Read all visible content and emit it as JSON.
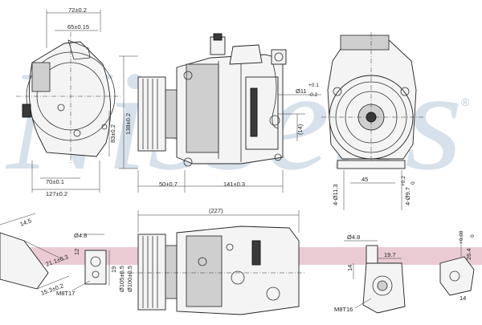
{
  "watermark": {
    "brand": "Nissens",
    "registered_mark": "®"
  },
  "colors": {
    "watermark": "#b6cadb",
    "accent_stripe": "#e3b9c6",
    "ink": "#222222"
  },
  "dimensions": {
    "front_view": {
      "top_overall": "72±0.2",
      "top_inner": "65±0.15",
      "bottom_inner": "70±0.1",
      "bottom_overall": "127±0.2",
      "height_right": "83±0.2"
    },
    "side_view": {
      "height": "138±0.2",
      "pulley_offset": "50±0.7",
      "body_length": "141±0.3",
      "fitting_dia": "Ø11",
      "fitting_tol_top": "+0.1",
      "fitting_tol_bottom": "-0.2",
      "fitting_offset": "(14)"
    },
    "end_view": {
      "bolt_holes": "4-Ø11.3",
      "spacing": "45",
      "bolt_holes_2": "4-Ø9.7",
      "tol_top_2": "+0.2",
      "tol_bottom_2": "0"
    },
    "bottom_left": {
      "dim_145": "14.5",
      "dim_21": "21.1±0.3",
      "dim_153": "15.3±0.2",
      "dim_12": "12",
      "dim_19": "19",
      "thread_dia": "Ø4.8",
      "thread_spec": "M8T17"
    },
    "bottom_center": {
      "overall": "(227)",
      "dia_outer": "Ø105±0.5",
      "dia_inner": "Ø100±0.5"
    },
    "bottom_right": {
      "port_dia": "Ø4.8",
      "dim_197": "19.7",
      "dim_14": "14",
      "thread_spec": "M8T16",
      "dim_264": "26.4",
      "tol_top": "+0.08",
      "tol_bottom": "0",
      "dim_14b": "14"
    }
  }
}
